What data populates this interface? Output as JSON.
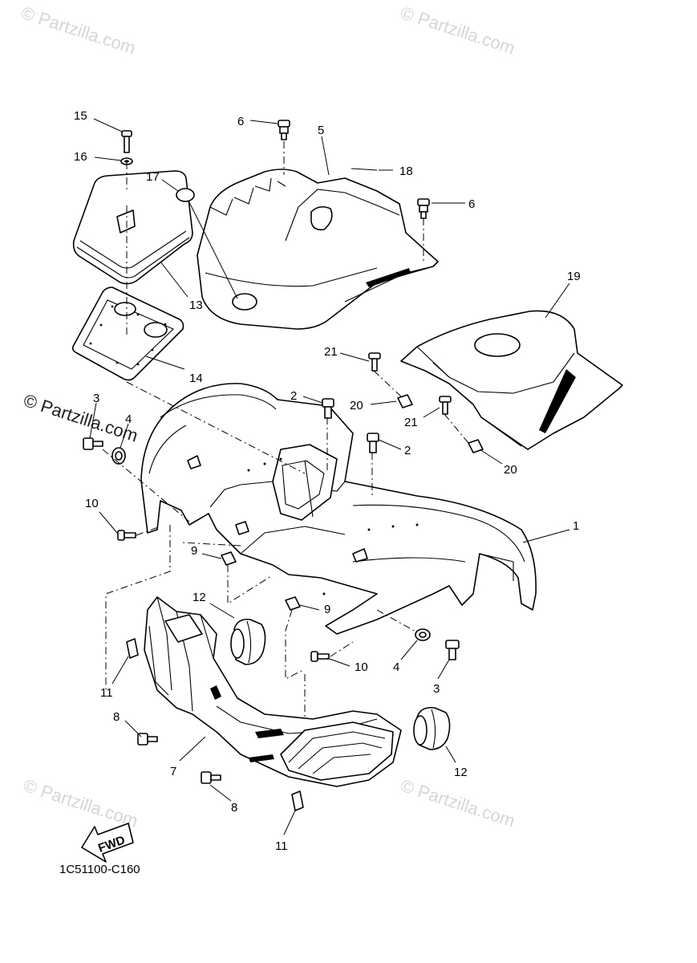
{
  "watermark": {
    "text": "© Partzilla.com"
  },
  "diagram": {
    "code": "1C51100-C160",
    "fwd_label": "FWD",
    "callouts": {
      "c1": "1",
      "c2a": "2",
      "c2b": "2",
      "c3a": "3",
      "c3b": "3",
      "c4a": "4",
      "c4b": "4",
      "c5": "5",
      "c6a": "6",
      "c6b": "6",
      "c7": "7",
      "c8a": "8",
      "c8b": "8",
      "c9a": "9",
      "c9b": "9",
      "c10a": "10",
      "c10b": "10",
      "c11a": "11",
      "c11b": "11",
      "c12a": "12",
      "c12b": "12",
      "c13": "13",
      "c14": "14",
      "c15": "15",
      "c16": "16",
      "c17": "17",
      "c18": "18",
      "c19": "19",
      "c20a": "20",
      "c20b": "20",
      "c21a": "21",
      "c21b": "21"
    }
  }
}
